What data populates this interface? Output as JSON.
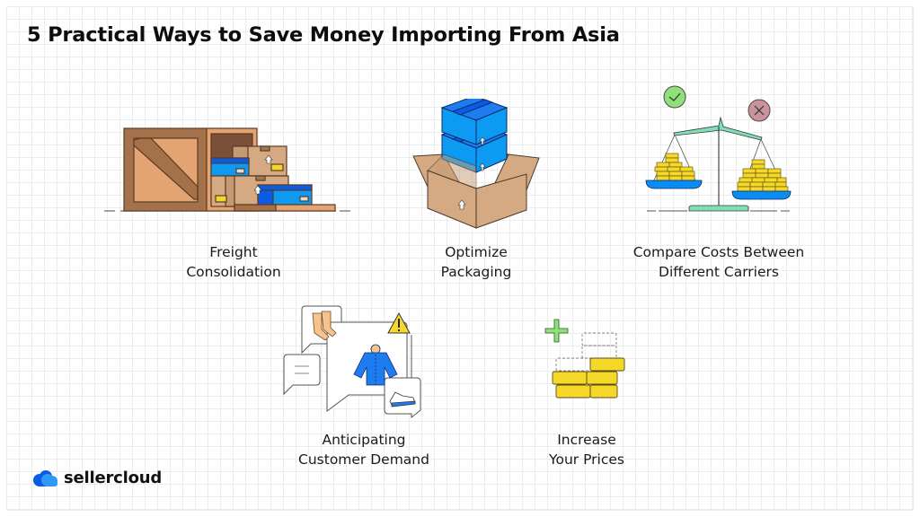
{
  "title": "5 Practical Ways to Save Money Importing From Asia",
  "items": [
    {
      "id": "freight-consolidation",
      "line1": "Freight",
      "line2": "Consolidation",
      "icon": "crate-with-boxes-icon"
    },
    {
      "id": "optimize-packaging",
      "line1": "Optimize",
      "line2": "Packaging",
      "icon": "nested-boxes-icon"
    },
    {
      "id": "compare-costs",
      "line1": "Compare Costs Between",
      "line2": "Different Carriers",
      "icon": "balance-scale-coins-icon"
    },
    {
      "id": "anticipating-demand",
      "line1": "Anticipating",
      "line2": "Customer Demand",
      "icon": "chat-bubbles-apparel-icon"
    },
    {
      "id": "increase-prices",
      "line1": "Increase",
      "line2": "Your Prices",
      "icon": "coin-stack-plus-icon"
    }
  ],
  "logo": {
    "text": "sellercloud",
    "icon": "cloud-icon"
  },
  "colors": {
    "blue": "#0a8cf0",
    "blue_dark": "#0a5ce6",
    "cardboard": "#d5aa82",
    "crate": "#a5714a",
    "gold": "#f5d829",
    "green_check": "#8fe07a",
    "red_x": "#c9939b",
    "mint": "#7fe0b5"
  }
}
